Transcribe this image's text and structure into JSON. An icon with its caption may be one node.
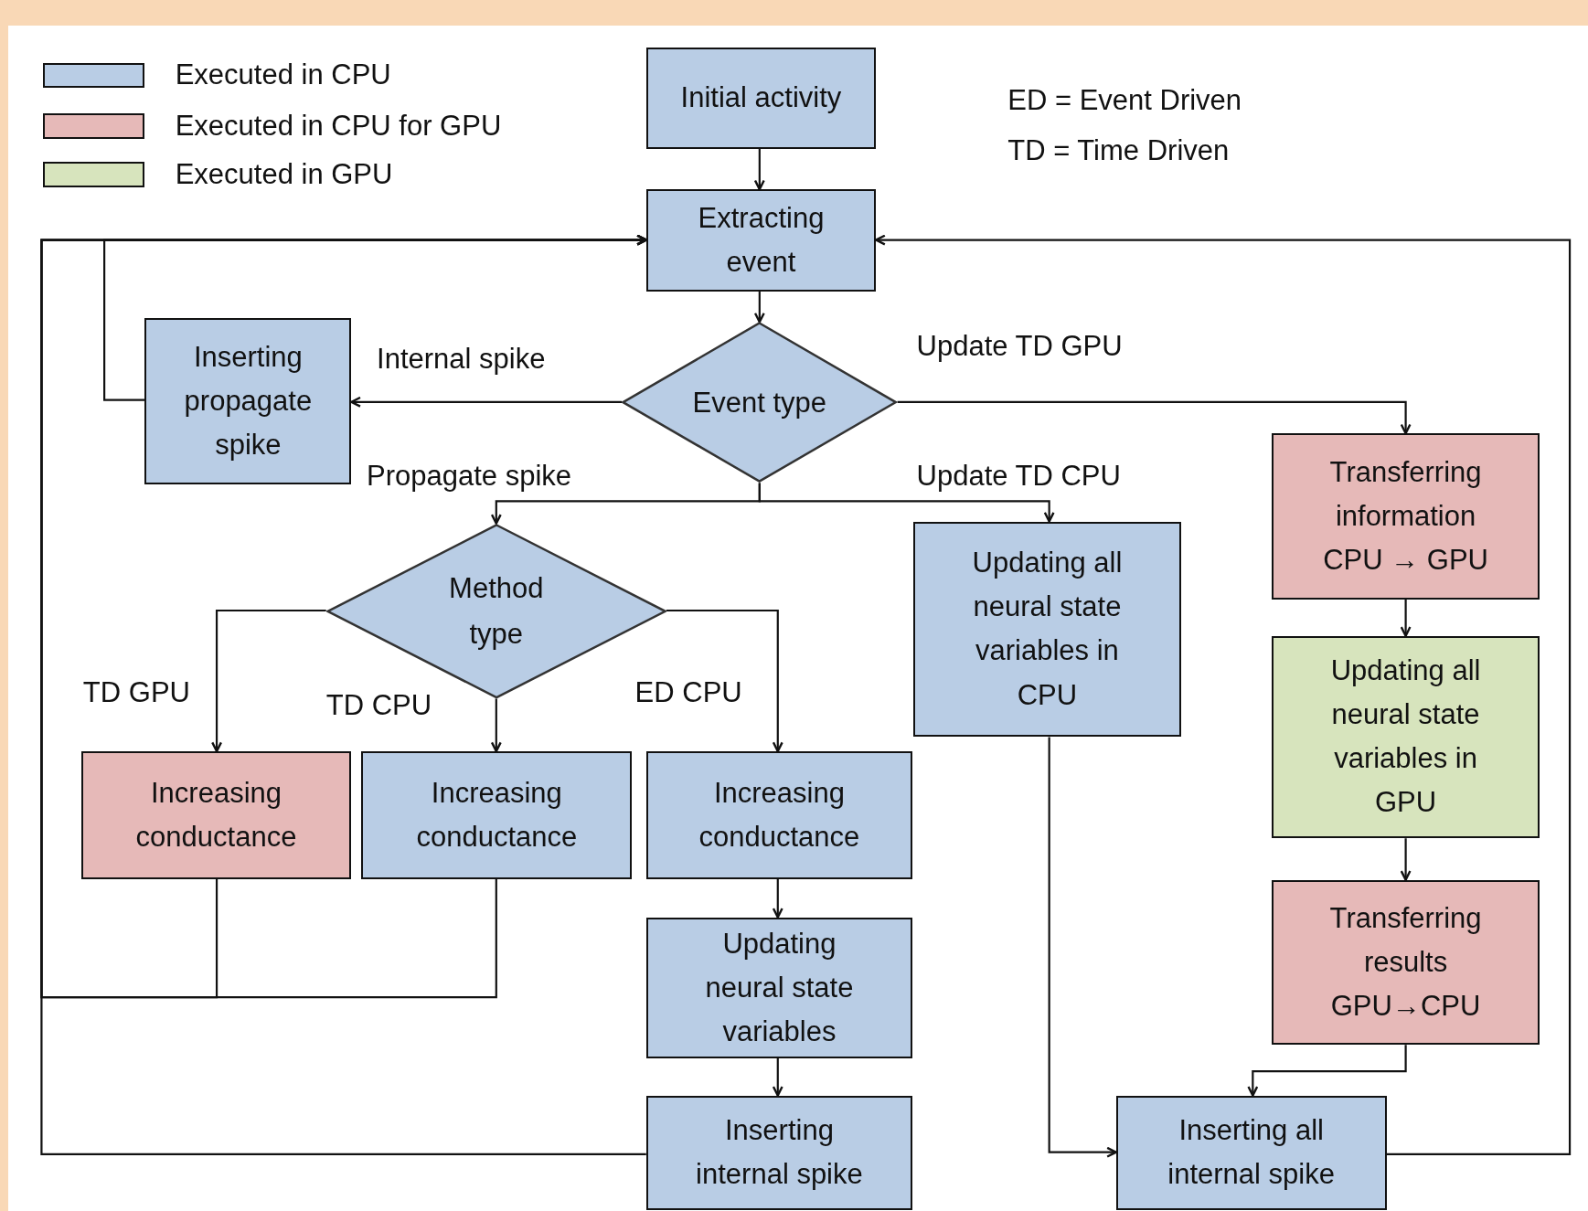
{
  "diagram": {
    "nodes": [
      {
        "text": [
          "Initial activity"
        ]
      },
      {
        "text": [
          "Extracting event"
        ]
      },
      {
        "text": [
          "Event type"
        ]
      },
      {
        "text": [
          "Inserting propagate spike"
        ]
      },
      {
        "text": [
          "Transferring information CPU → GPU"
        ]
      },
      {
        "text": [
          "Method type"
        ]
      },
      {
        "text": [
          "Updating all neural state variables in CPU"
        ]
      },
      {
        "text": [
          "Updating all neural state variables in GPU"
        ]
      },
      {
        "text": [
          "Increasing conductance"
        ]
      },
      {
        "text": [
          "Increasing conductance"
        ]
      },
      {
        "text": [
          "Increasing conductance"
        ]
      },
      {
        "text": [
          "Updating neural state variables"
        ]
      },
      {
        "text": [
          "Transferring results GPU→CPU"
        ]
      },
      {
        "text": [
          "Inserting internal spike"
        ]
      },
      {
        "text": [
          "Inserting all internal spike"
        ]
      }
    ],
    "edges": [
      {
        "from": 0,
        "to": 1,
        "arrow": "to"
      },
      {
        "from": 1,
        "to": 2,
        "arrow": "to"
      },
      {
        "from": 2,
        "to": 3,
        "arrow": "to",
        "label": "Internal spike"
      },
      {
        "from": 2,
        "to": 4,
        "arrow": "to",
        "label": "Update TD GPU"
      },
      {
        "from": 2,
        "to": 5,
        "arrow": "to",
        "label": "Propagate  spike"
      },
      {
        "from": 2,
        "to": 6,
        "arrow": "to",
        "label": "Update TD CPU"
      },
      {
        "from": 3,
        "to": 1,
        "arrow": "to"
      },
      {
        "from": 4,
        "to": 7,
        "arrow": "to"
      },
      {
        "from": 7,
        "to": 12,
        "arrow": "to"
      },
      {
        "from": 5,
        "to": 8,
        "arrow": "to",
        "label": "TD GPU"
      },
      {
        "from": 5,
        "to": 9,
        "arrow": "to",
        "label": "TD CPU"
      },
      {
        "from": 5,
        "to": 10,
        "arrow": "to",
        "label": "ED CPU"
      },
      {
        "from": 8,
        "to": 1,
        "arrow": "to"
      },
      {
        "from": 9,
        "to": 1,
        "arrow": "to"
      },
      {
        "from": 10,
        "to": 11,
        "arrow": "to"
      },
      {
        "from": 11,
        "to": 13,
        "arrow": "to"
      },
      {
        "from": 13,
        "to": 1,
        "arrow": "to"
      },
      {
        "from": 6,
        "to": 14,
        "arrow": "to"
      },
      {
        "from": 12,
        "to": 14,
        "arrow": "to"
      },
      {
        "from": 14,
        "to": 1,
        "arrow": "to"
      }
    ],
    "labels": [
      "ED = Event Driven",
      "TD = Time Driven"
    ],
    "legend": [
      {
        "text": "Executed in CPU",
        "color": "#b9cde5"
      },
      {
        "text": "Executed in CPU for GPU",
        "color": "#e6b9b8"
      },
      {
        "text": "Executed in GPU",
        "color": "#d7e4bd"
      }
    ]
  }
}
